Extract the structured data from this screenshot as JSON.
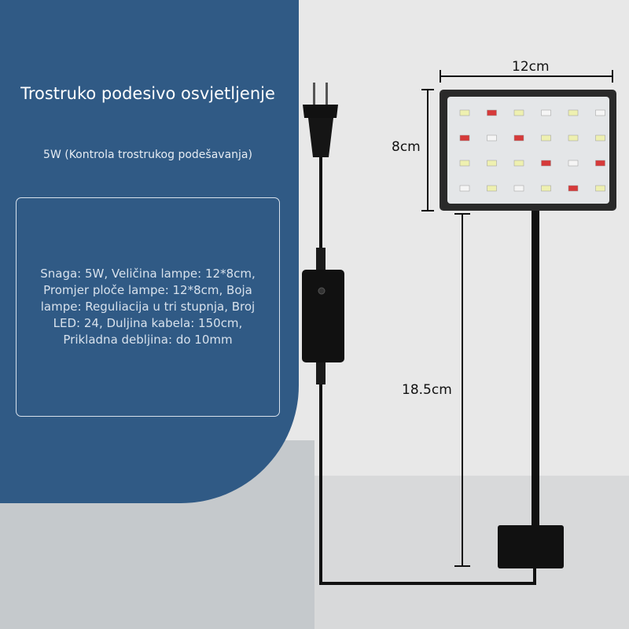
{
  "title": "Trostruko podesivo osvjetljenje",
  "subtitle": "5W (Kontrola trostrukog podešavanja)",
  "specifications": "Snaga: 5W, Veličina lampe: 12*8cm, Promjer ploče lampe: 12*8cm, Boja lampe: Reguliacija u tri stupnja, Broj LED: 24, Duljina kabela: 150cm, Prikladna debljina: do 10mm",
  "dimensions": {
    "width": "12cm",
    "height": "8cm",
    "arm_length": "18.5cm"
  },
  "colors": {
    "panel": "#305a85",
    "led_red": "#d63a3a",
    "led_yellow": "#eef0b0",
    "led_white": "#f5f5f5"
  },
  "led_grid": [
    [
      "Y",
      "R",
      "Y",
      "W",
      "Y",
      "W"
    ],
    [
      "R",
      "W",
      "R",
      "Y",
      "Y",
      "Y"
    ],
    [
      "Y",
      "Y",
      "Y",
      "R",
      "W",
      "R"
    ],
    [
      "W",
      "Y",
      "W",
      "Y",
      "R",
      "Y"
    ]
  ]
}
